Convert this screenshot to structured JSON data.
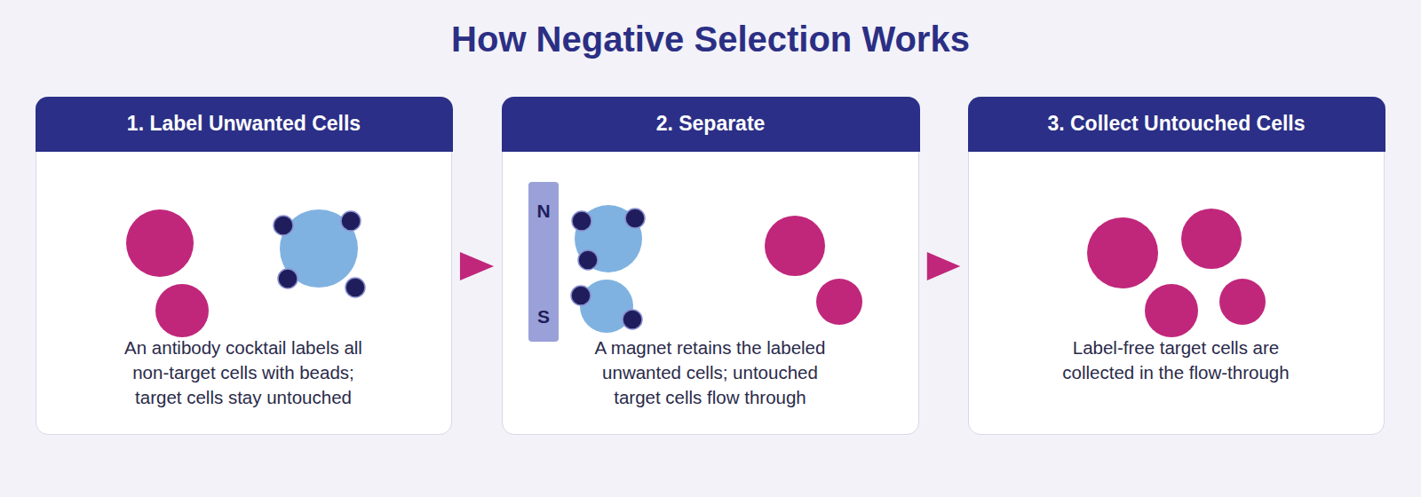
{
  "diagram": {
    "title": "How Negative Selection Works",
    "nodes": [
      {
        "text": [
          "1. Label Unwanted Cells",
          "An antibody cocktail labels all non-target cells with beads; target cells stay untouched"
        ]
      },
      {
        "text": [
          "2. Separate",
          "A magnet retains the labeled unwanted cells; untouched target cells flow through"
        ]
      },
      {
        "text": [
          "3. Collect Untouched Cells",
          "Label-free target cells are collected in the flow-through"
        ]
      }
    ],
    "edges": [
      {
        "from": 0,
        "to": 1,
        "arrow": "to"
      },
      {
        "from": 1,
        "to": 2,
        "arrow": "to"
      }
    ],
    "labels": [
      "N",
      "S"
    ]
  }
}
